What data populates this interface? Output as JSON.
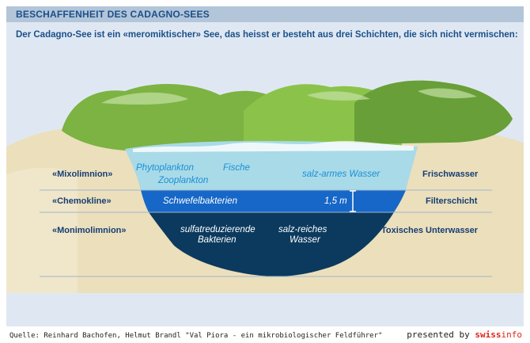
{
  "title": "BESCHAFFENHEIT DES CADAGNO-SEES",
  "subtitle": "Der Cadagno-See ist ein «meromiktischer» See, das heisst er besteht aus drei Schichten, die sich nicht vermischen:",
  "left_labels": {
    "mixolimnion": "«Mixolimnion»",
    "chemokline": "«Chemokline»",
    "monimolimnion": "«Monimolimnion»"
  },
  "right_labels": {
    "top": "Frischwasser",
    "middle": "Filterschicht",
    "bottom": "Toxisches Unterwasser"
  },
  "in_lake": {
    "phytoplankton": "Phytoplankton",
    "fische": "Fische",
    "zooplankton": "Zooplankton",
    "salz_armes": "salz-armes Wasser",
    "schwefelbakterien": "Schwefelbakterien",
    "depth": "1,5 m",
    "sulfat_line1": "sulfatreduzierende",
    "sulfat_line2": "Bakterien",
    "salz_reiches_line1": "salz-reiches",
    "salz_reiches_line2": "Wasser"
  },
  "footer": {
    "source": "Quelle: Reinhard Bachofen, Helmut Brandl \"Val Piora - ein mikrobiologischer Feldführer\"",
    "presented_by": "presented by ",
    "brand_a": "swiss",
    "brand_b": "info"
  },
  "colors": {
    "panel": "#dfe8f2",
    "title_bar": "#b3c5d8",
    "title_text": "#1b4f8a",
    "sand": "#e9dcb8",
    "grass": "#8bc34a",
    "top_water": "#a8d9e6",
    "middle_water": "#1565c0",
    "bottom_water": "#0a3d62"
  }
}
